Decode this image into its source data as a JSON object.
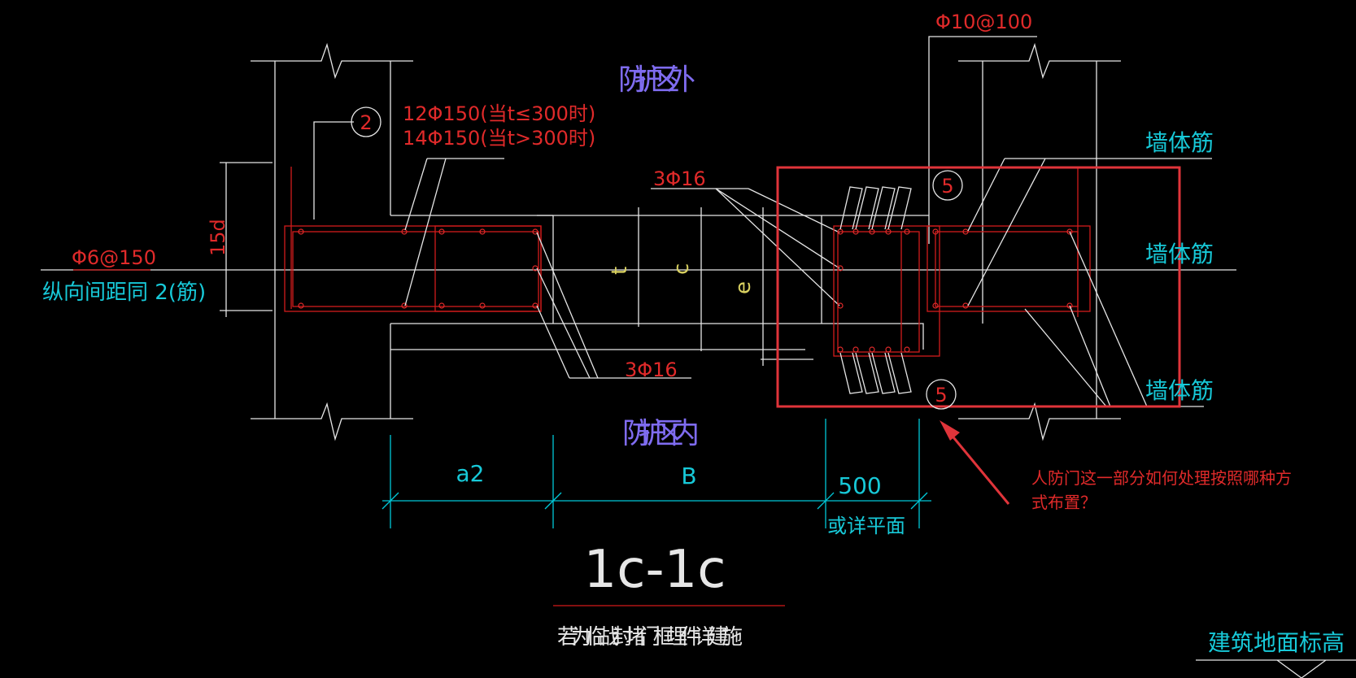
{
  "zone_labels": {
    "outside": "防护区外",
    "inside": "防护区内"
  },
  "rebar_labels": {
    "main_line1": "12Φ150(当t≤300时)",
    "main_line2": "14Φ150(当t>300时)",
    "top_bars": "3Φ16",
    "bottom_bars": "3Φ16",
    "stirrups_right": "Φ10@100",
    "stirrups_left": "Φ6@150"
  },
  "notes": {
    "longitudinal": "纵向间距同 2(筋)",
    "wall_bar": "墙体筋",
    "dim_or_plan": "或详平面",
    "floor_elev": "建筑地面标高"
  },
  "markers": {
    "m2": "2",
    "m5a": "5",
    "m5b": "5"
  },
  "dimensions": {
    "d15": "15d",
    "t": "t",
    "c": "c",
    "e": "e",
    "a2": "a2",
    "B": "B",
    "d500": "500"
  },
  "section": {
    "title": "1c-1c",
    "caption": "若为临战封堵门框埋件详建施"
  },
  "annotation": {
    "question_line1": "人防门这一部分如何处理按照哪种方",
    "question_line2": "式布置？"
  },
  "colors": {
    "background": "#000000",
    "line": "#e6e6e6",
    "rebar": "#e02a2a",
    "dimension": "#17c9d8",
    "zone_text": "#7f6cf0",
    "highlight_box": "#e0343a"
  }
}
